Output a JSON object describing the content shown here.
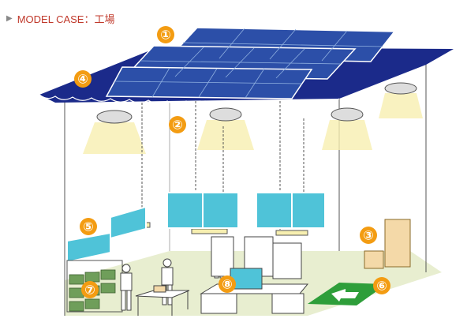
{
  "header": {
    "arrow": "▶",
    "title": "MODEL CASE：工場"
  },
  "markers": [
    {
      "id": "1",
      "label": "①"
    },
    {
      "id": "2",
      "label": "②"
    },
    {
      "id": "3",
      "label": "③"
    },
    {
      "id": "4",
      "label": "④"
    },
    {
      "id": "5",
      "label": "⑤"
    },
    {
      "id": "6",
      "label": "⑥"
    },
    {
      "id": "7",
      "label": "⑦"
    },
    {
      "id": "8",
      "label": "⑧"
    }
  ],
  "colors": {
    "roof": "#1b2a8a",
    "panel": "#2c4fa8",
    "panel_light": "#8fb0e0",
    "marker": "#f39c12",
    "wall_line": "#555555",
    "window": "#4fc3d8",
    "floor": "#e8eed0",
    "light_glow": "#f7efb0",
    "exit_sign": "#2e9e3a"
  }
}
